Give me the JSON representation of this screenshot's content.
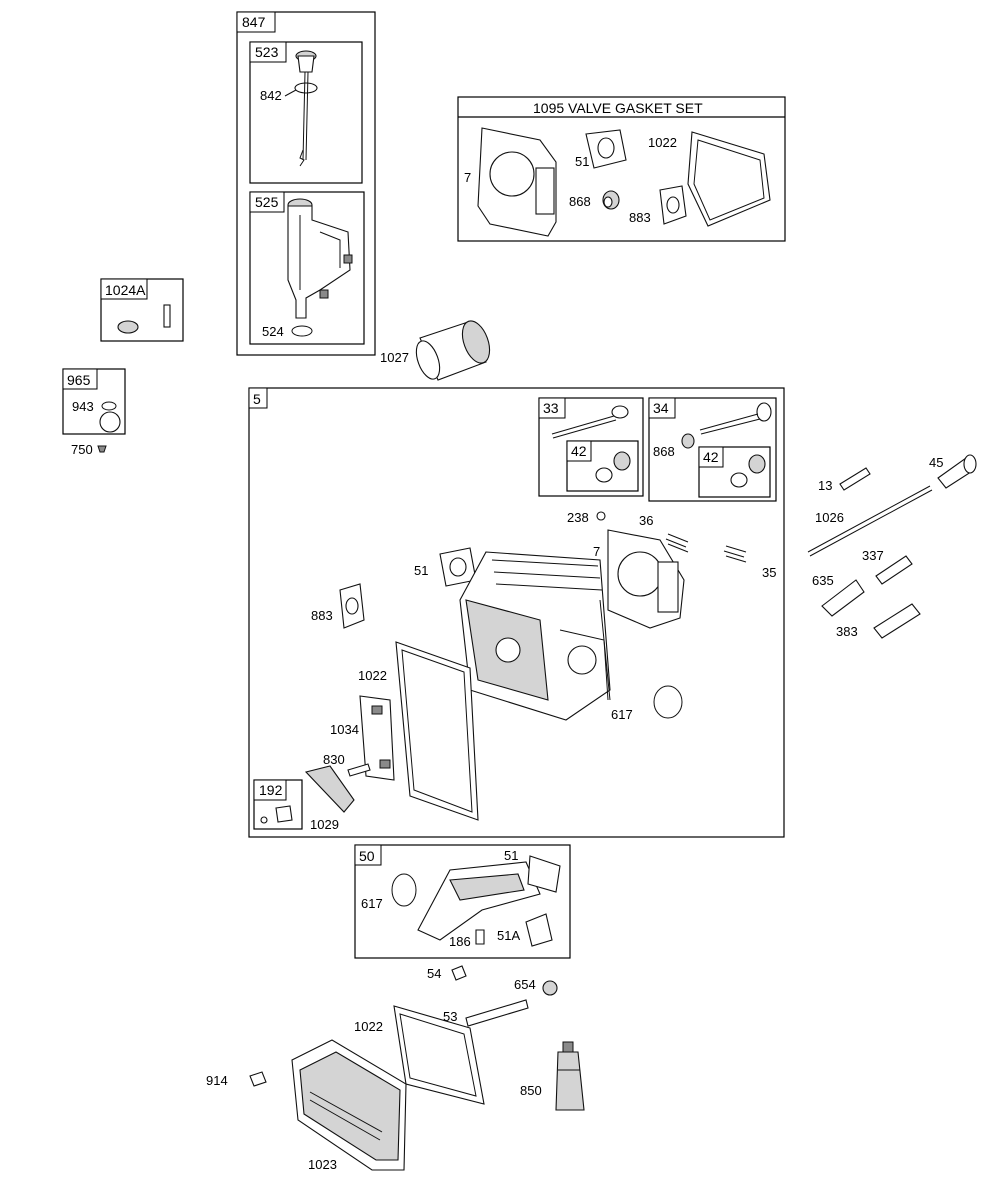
{
  "diagram": {
    "boxes": {
      "b847": "847",
      "b523": "523",
      "b525": "525",
      "b1095": "1095 VALVE GASKET SET",
      "b1024A": "1024A",
      "b965": "965",
      "b5": "5",
      "b33": "33",
      "b34": "34",
      "b42a": "42",
      "b42b": "42",
      "b192": "192",
      "b50": "50"
    },
    "labels": {
      "l842": "842",
      "l524": "524",
      "l7a": "7",
      "l51a": "51",
      "l1022a": "1022",
      "l868a": "868",
      "l883a": "883",
      "l1027": "1027",
      "l943": "943",
      "l750": "750",
      "l868b": "868",
      "l238": "238",
      "l36": "36",
      "l7b": "7",
      "l51b": "51",
      "l35": "35",
      "l883b": "883",
      "l1022b": "1022",
      "l617a": "617",
      "l1034": "1034",
      "l830": "830",
      "l1029": "1029",
      "l13": "13",
      "l45": "45",
      "l1026": "1026",
      "l337": "337",
      "l635": "635",
      "l383": "383",
      "l51c": "51",
      "l617b": "617",
      "l186": "186",
      "l51A": "51A",
      "l54": "54",
      "l654": "654",
      "l53": "53",
      "l1022c": "1022",
      "l914": "914",
      "l850": "850",
      "l1023": "1023"
    }
  }
}
